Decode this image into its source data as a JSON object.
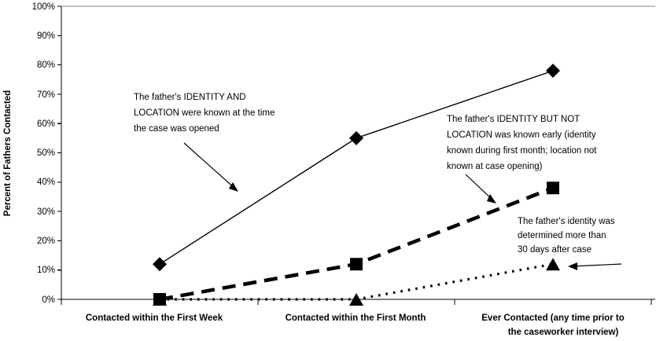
{
  "chart_data": {
    "type": "line",
    "title": "",
    "subtitle": "",
    "xlabel": "",
    "ylabel": "Percent of Fathers Contacted",
    "ylim": [
      0,
      100
    ],
    "ytick_labels": [
      "0%",
      "10%",
      "20%",
      "30%",
      "40%",
      "50%",
      "60%",
      "70%",
      "80%",
      "90%",
      "100%"
    ],
    "ytick_values": [
      0,
      10,
      20,
      30,
      40,
      50,
      60,
      70,
      80,
      90,
      100
    ],
    "grid": false,
    "legend_position": "none",
    "categories": [
      "Contacted within the First Week",
      "Contacted within the First Month",
      "Ever Contacted (any time prior to the caseworker interview)"
    ],
    "series": [
      {
        "name": "Identity and location known at case opening",
        "marker": "diamond",
        "line_style": "solid",
        "values": [
          12,
          55,
          78
        ]
      },
      {
        "name": "Identity but not location known early",
        "marker": "square",
        "line_style": "dashed",
        "values": [
          0,
          12,
          38
        ]
      },
      {
        "name": "Identity determined more than 30 days after case",
        "marker": "triangle",
        "line_style": "dotted",
        "values": [
          0,
          0,
          12
        ]
      }
    ],
    "annotations": [
      {
        "id": "annotation-identity-and-location",
        "lines": [
          "The father's IDENTITY AND",
          "LOCATION were known at the time",
          "the case was opened"
        ]
      },
      {
        "id": "annotation-identity-not-location",
        "lines": [
          "The father's IDENTITY BUT NOT",
          "LOCATION was known early (identity",
          "known during first month; location not",
          "known at case opening)"
        ]
      },
      {
        "id": "annotation-identity-later",
        "lines": [
          "The father's identity was",
          "determined more than",
          "30 days after case"
        ]
      }
    ],
    "colors": {
      "series": "#000000",
      "axis": "#000000",
      "top_border": "#808080",
      "background": "#ffffff",
      "text": "#000000"
    }
  }
}
